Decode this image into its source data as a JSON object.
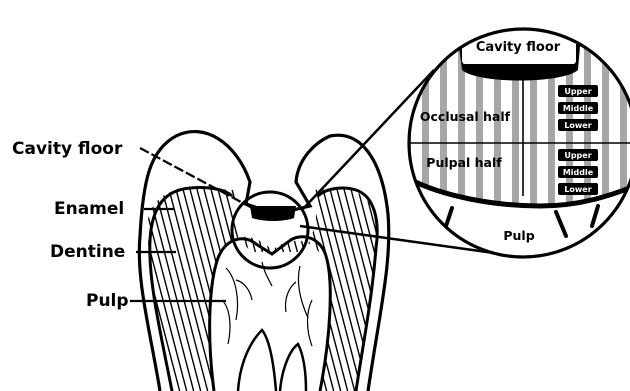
{
  "labels": {
    "cavity_floor": "Cavity floor",
    "enamel": "Enamel",
    "dentine": "Dentine",
    "pulp": "Pulp"
  },
  "inset": {
    "cavity_floor": "Cavity floor",
    "occlusal_half": "Occlusal half",
    "pulpal_half": "Pulpal half",
    "pulp": "Pulp",
    "occlusal_levels": [
      "Upper",
      "Middle",
      "Lower"
    ],
    "pulpal_levels": [
      "Upper",
      "Middle",
      "Lower"
    ]
  },
  "colors": {
    "stroke": "#000000",
    "tubule_grey": "#a6a6a6",
    "background": "#ffffff"
  }
}
